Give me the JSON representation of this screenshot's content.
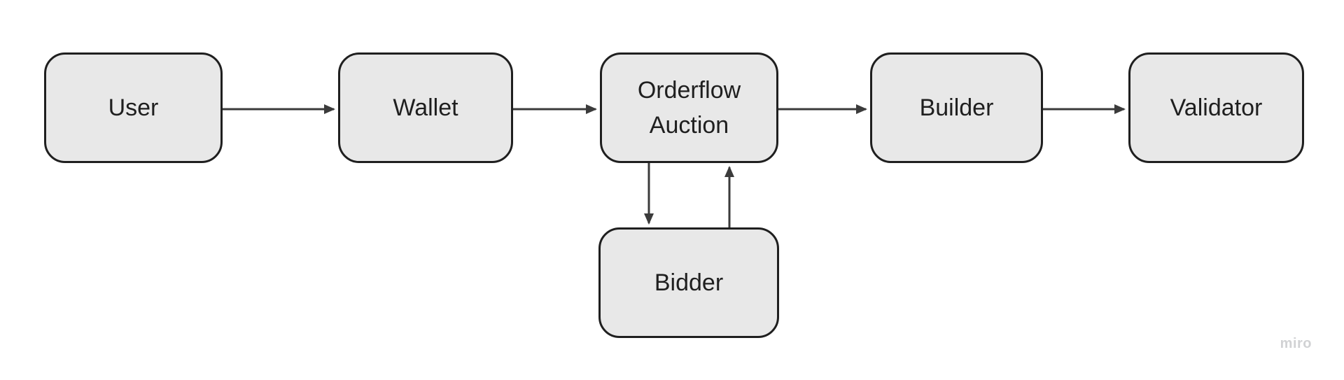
{
  "diagram": {
    "type": "flowchart",
    "nodes": {
      "user": {
        "label": "User"
      },
      "wallet": {
        "label": "Wallet"
      },
      "orderflow": {
        "label": "Orderflow Auction"
      },
      "builder": {
        "label": "Builder"
      },
      "validator": {
        "label": "Validator"
      },
      "bidder": {
        "label": "Bidder"
      }
    },
    "edges": [
      {
        "from": "User",
        "to": "Wallet",
        "direction": "right"
      },
      {
        "from": "Wallet",
        "to": "Orderflow Auction",
        "direction": "right"
      },
      {
        "from": "Orderflow Auction",
        "to": "Builder",
        "direction": "right"
      },
      {
        "from": "Builder",
        "to": "Validator",
        "direction": "right"
      },
      {
        "from": "Orderflow Auction",
        "to": "Bidder",
        "direction": "down"
      },
      {
        "from": "Bidder",
        "to": "Orderflow Auction",
        "direction": "up"
      }
    ],
    "colors": {
      "background": "#ffffff",
      "node_fill": "#e8e8e8",
      "node_border": "#1f1f1f",
      "node_text": "#1f1f1f",
      "arrow": "#3b3b3b",
      "watermark": "#d1d2d4"
    }
  },
  "watermark": {
    "label": "miro"
  }
}
